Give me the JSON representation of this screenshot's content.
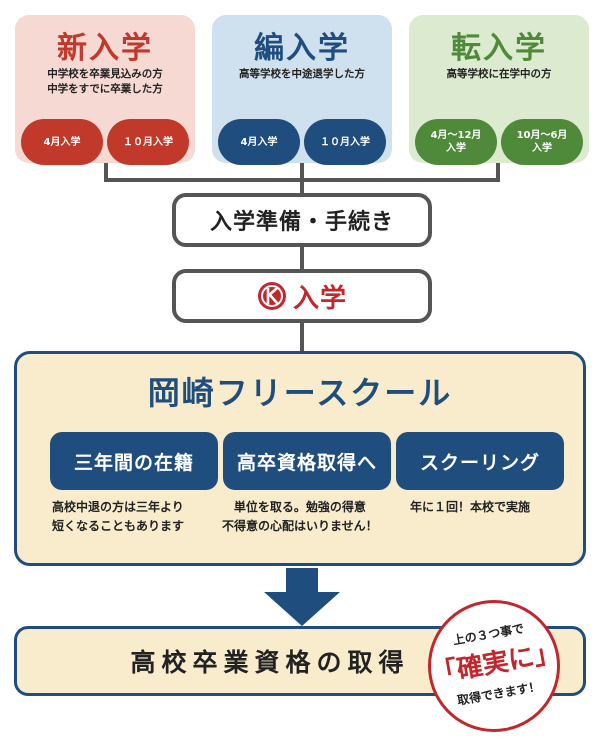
{
  "cards": [
    {
      "title": "新入学",
      "desc": "中学校を卒業見込みの方\n中学をすでに卒業した方",
      "pills": [
        "4月入学",
        "１０月入学"
      ],
      "bg": "#f6d9d3",
      "accent": "#c0392b"
    },
    {
      "title": "編入学",
      "desc": "高等学校を中途退学した方",
      "pills": [
        "4月入学",
        "１０月入学"
      ],
      "bg": "#cfe0ee",
      "accent": "#1f4e7e"
    },
    {
      "title": "転入学",
      "desc": "高等学校に在学中の方",
      "pills": [
        "4月～12月\n入学",
        "10月～6月\n入学"
      ],
      "bg": "#dcebd0",
      "accent": "#4e8a39"
    }
  ],
  "steps": {
    "prep": "入学準備・手続き",
    "enroll": "入学",
    "enroll_icon": "k-logo-icon"
  },
  "school": {
    "title": "岡崎フリースクール",
    "features": [
      {
        "label": "三年間の在籍",
        "desc": "高校中退の方は三年より\n短くなることもあります"
      },
      {
        "label": "高卒資格取得へ",
        "desc": "単位を取る。勉強の得意\n不得意の心配はいりません！"
      },
      {
        "label": "スクーリング",
        "desc": "年に１回！本校で実施"
      }
    ]
  },
  "goal": "高校卒業資格の取得",
  "badge": {
    "top": "上の３つ事で",
    "main": "「確実に」",
    "bottom": "取得できます！"
  },
  "colors": {
    "navy": "#1f4e7e",
    "red": "#c0282d",
    "cream": "#f8eccd",
    "gray": "#555555"
  }
}
